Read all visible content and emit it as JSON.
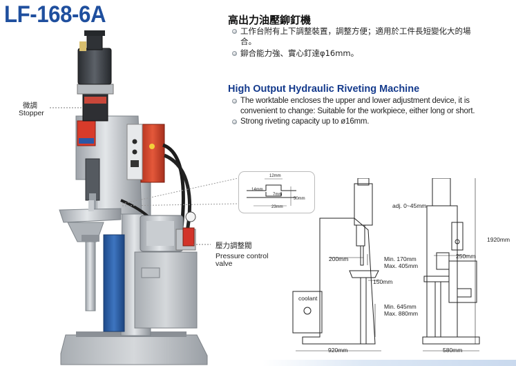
{
  "model": "LF-168-6A",
  "zh": {
    "title": "高出力油壓鉚釘機",
    "bullets": [
      "工作台附有上下調整裝置，調整方便；適用於工件長短變化大的場合。",
      "鉚合能力強、實心釘達φ16mm。"
    ]
  },
  "en": {
    "title": "High Output Hydraulic Riveting Machine",
    "bullets": [
      "The worktable encloses the upper and lower adjustment device, it is convenient to change: Suitable for the workpiece, either long or short.",
      "Strong riveting capacity up to ø16mm."
    ]
  },
  "callouts": {
    "stopper_zh": "微調",
    "stopper_en": "Stopper",
    "pressure_zh": "壓力調整閥",
    "pressure_en_1": "Pressure control",
    "pressure_en_2": "valve"
  },
  "detail": {
    "d12": "12mm",
    "d14": "14mm",
    "d7": "7mm",
    "d50": "50mm",
    "d23": "23mm"
  },
  "drawing": {
    "adj": "adj. 0~45mm",
    "h1920": "1920mm",
    "w200": "200mm",
    "min170": "Min.  170mm",
    "max405": "Max. 405mm",
    "w250": "250mm",
    "w150": "150mm",
    "coolant": "coolant",
    "min645": "Min.  645mm",
    "max880": "Max. 880mm",
    "w920": "920mm",
    "w580": "580mm"
  },
  "colors": {
    "model": "#1f4f9e",
    "en_title": "#143a8c",
    "machine_body": "#c3c7cc",
    "motor": "#3b3f44",
    "panel": "#d9472b",
    "column_blue": "#2e5fa3"
  }
}
